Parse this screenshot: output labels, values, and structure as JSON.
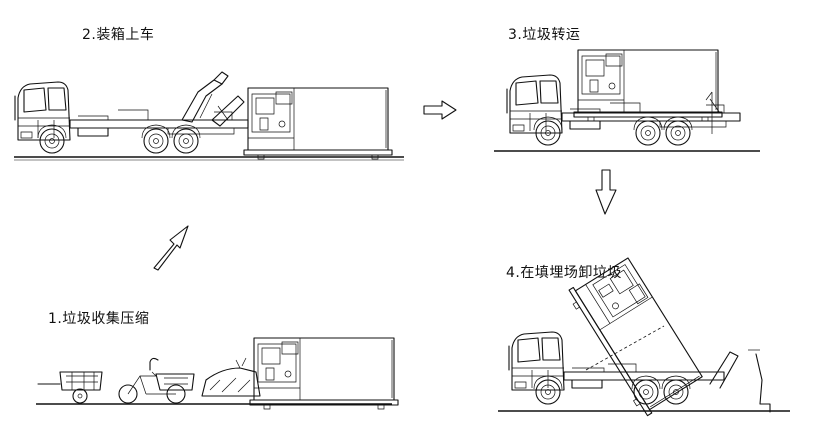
{
  "steps": [
    {
      "id": 1,
      "label": "1.垃圾收集压缩"
    },
    {
      "id": 2,
      "label": "2.装箱上车"
    },
    {
      "id": 3,
      "label": "3.垃圾转运"
    },
    {
      "id": 4,
      "label": "4.在填埋场卸垃圾"
    }
  ]
}
